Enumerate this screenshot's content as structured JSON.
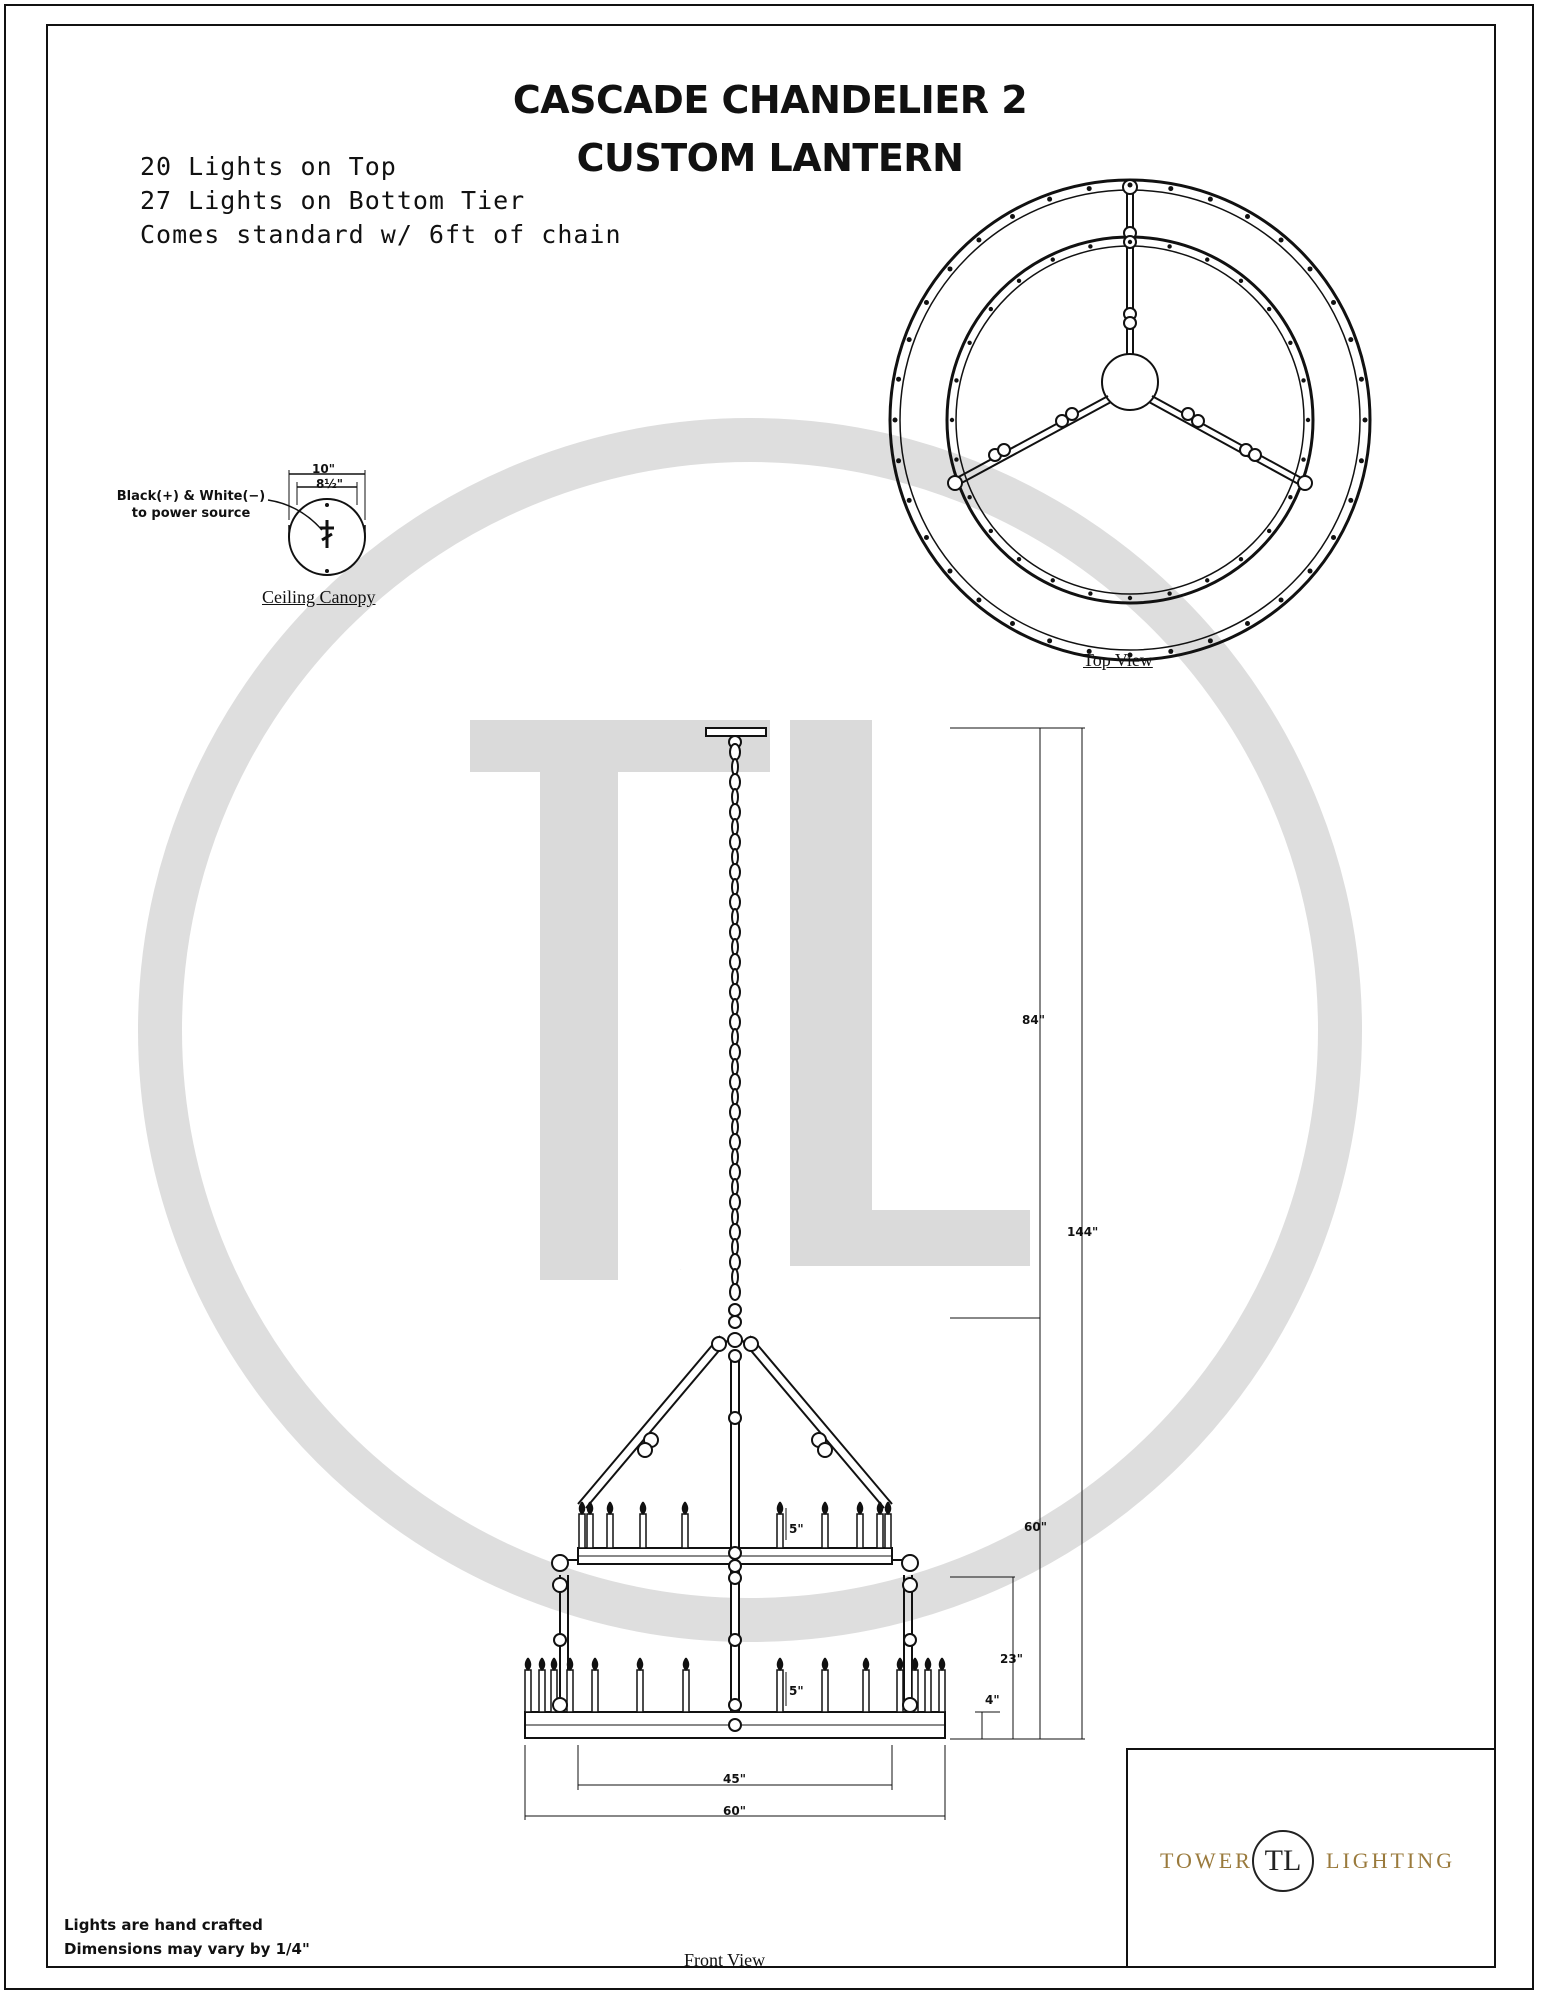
{
  "title": {
    "line1": "CASCADE CHANDELIER 2",
    "line2": "CUSTOM LANTERN"
  },
  "notes": [
    "20 Lights on Top",
    "27 Lights on Bottom Tier",
    "Comes standard w/ 6ft of chain"
  ],
  "canopy": {
    "caption": "Ceiling Canopy",
    "wire_label_line1": "Black(+) & White(−)",
    "wire_label_line2": "to power source",
    "dim_outer": "10\"",
    "dim_inner": "8½\""
  },
  "top_view": {
    "caption": "Top View"
  },
  "front_view": {
    "caption": "Front View",
    "dimensions": {
      "chain_length": "84\"",
      "overall_height": "144\"",
      "body_height": "60\"",
      "lower_tier_height": "23\"",
      "ring_height": "4\"",
      "top_candle_5": "5\"",
      "bottom_candle_5": "5\"",
      "top_tier_width": "45\"",
      "bottom_tier_width": "60\""
    }
  },
  "footer_notes": [
    "Lights are hand crafted",
    "Dimensions may vary by 1/4\""
  ],
  "logo": {
    "left_word": "TOWER",
    "monogram": "TL",
    "right_word": "LIGHTING",
    "accent_color": "#9a7a3c"
  },
  "watermark": {
    "monogram": "TL",
    "color": "#d9d9d9"
  }
}
